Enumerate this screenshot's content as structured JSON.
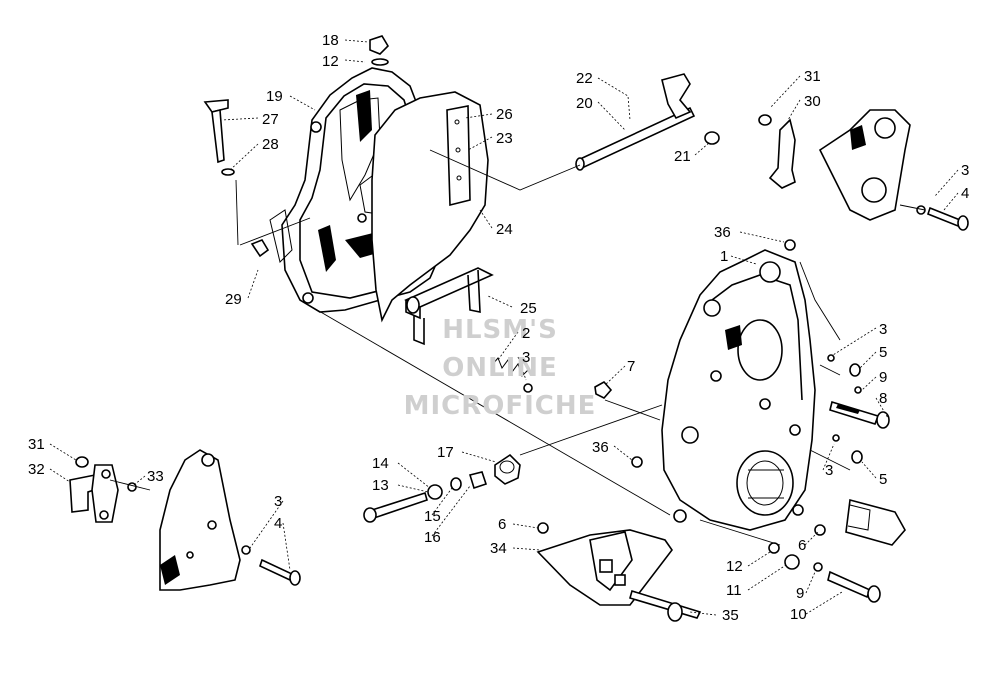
{
  "watermark": [
    "HLSM'S",
    "ONLINE",
    "MICROFICHE"
  ],
  "callouts": [
    {
      "id": "c18",
      "text": "18"
    },
    {
      "id": "c12a",
      "text": "12"
    },
    {
      "id": "c19",
      "text": "19"
    },
    {
      "id": "c27",
      "text": "27"
    },
    {
      "id": "c28",
      "text": "28"
    },
    {
      "id": "c26",
      "text": "26"
    },
    {
      "id": "c23",
      "text": "23"
    },
    {
      "id": "c24",
      "text": "24"
    },
    {
      "id": "c22",
      "text": "22"
    },
    {
      "id": "c20",
      "text": "20"
    },
    {
      "id": "c21",
      "text": "21"
    },
    {
      "id": "c31a",
      "text": "31"
    },
    {
      "id": "c30",
      "text": "30"
    },
    {
      "id": "c3a",
      "text": "3"
    },
    {
      "id": "c4a",
      "text": "4"
    },
    {
      "id": "c36a",
      "text": "36"
    },
    {
      "id": "c1",
      "text": "1"
    },
    {
      "id": "c29",
      "text": "29"
    },
    {
      "id": "c25",
      "text": "25"
    },
    {
      "id": "c2",
      "text": "2"
    },
    {
      "id": "c3b",
      "text": "3"
    },
    {
      "id": "c7",
      "text": "7"
    },
    {
      "id": "c3c",
      "text": "3"
    },
    {
      "id": "c5a",
      "text": "5"
    },
    {
      "id": "c9a",
      "text": "9"
    },
    {
      "id": "c8",
      "text": "8"
    },
    {
      "id": "c36b",
      "text": "36"
    },
    {
      "id": "c17",
      "text": "17"
    },
    {
      "id": "c14",
      "text": "14"
    },
    {
      "id": "c13",
      "text": "13"
    },
    {
      "id": "c15",
      "text": "15"
    },
    {
      "id": "c16",
      "text": "16"
    },
    {
      "id": "c3d",
      "text": "3"
    },
    {
      "id": "c5b",
      "text": "5"
    },
    {
      "id": "c31b",
      "text": "31"
    },
    {
      "id": "c32",
      "text": "32"
    },
    {
      "id": "c33",
      "text": "33"
    },
    {
      "id": "c3e",
      "text": "3"
    },
    {
      "id": "c4b",
      "text": "4"
    },
    {
      "id": "c6a",
      "text": "6"
    },
    {
      "id": "c34",
      "text": "34"
    },
    {
      "id": "c6b",
      "text": "6"
    },
    {
      "id": "c12b",
      "text": "12"
    },
    {
      "id": "c11",
      "text": "11"
    },
    {
      "id": "c35",
      "text": "35"
    },
    {
      "id": "c9b",
      "text": "9"
    },
    {
      "id": "c10",
      "text": "10"
    }
  ]
}
